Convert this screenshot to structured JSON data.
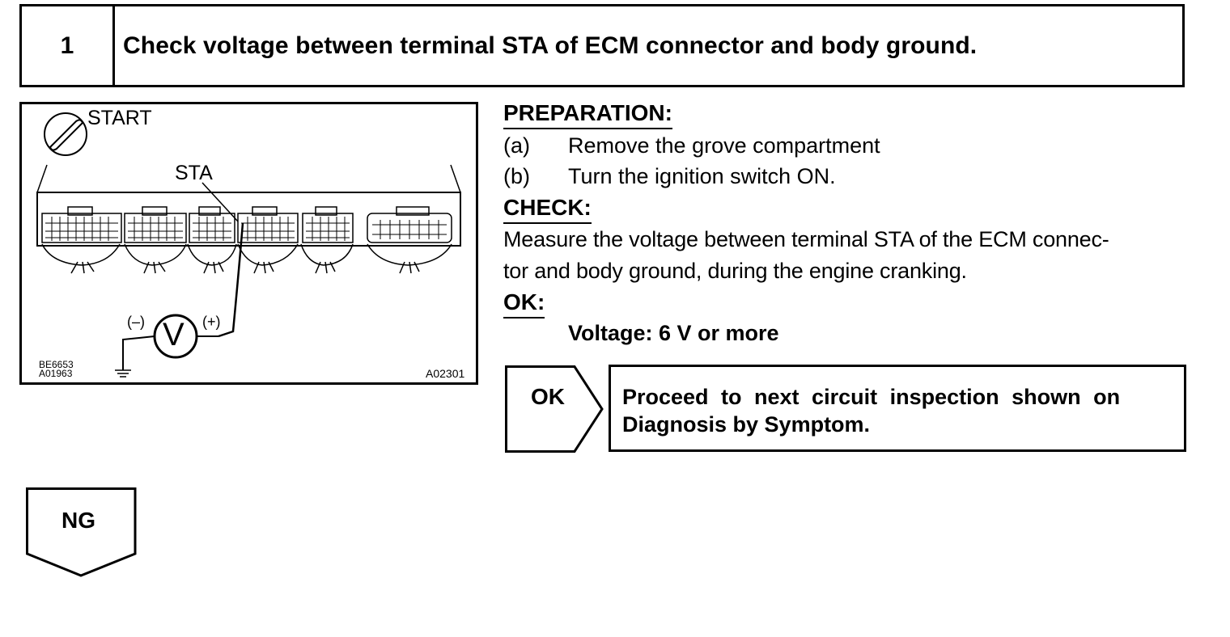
{
  "header": {
    "step_number": "1",
    "title": "Check voltage between terminal STA of ECM connector and body ground."
  },
  "figure": {
    "start_label": "START",
    "terminal_label": "STA",
    "meter_symbol": "V",
    "negative_label": "(–)",
    "positive_label": "(+)",
    "ref_code_1": "BE6653",
    "ref_code_2": "A01963",
    "figure_id": "A02301",
    "icons": [
      "ignition-key-icon",
      "ground-icon",
      "voltmeter-icon"
    ]
  },
  "preparation": {
    "heading": "PREPARATION:",
    "items": [
      {
        "marker": "(a)",
        "text": "Remove the grove compartment"
      },
      {
        "marker": "(b)",
        "text": "Turn the ignition switch ON."
      }
    ]
  },
  "check": {
    "heading": "CHECK:",
    "line1": "Measure the voltage between terminal STA of the ECM connec-",
    "line2": "tor and body ground, during the engine cranking."
  },
  "ok_spec": {
    "heading": "OK:",
    "value": "Voltage: 6 V or more"
  },
  "ok_branch": {
    "label": "OK",
    "result_line1": "Proceed to next circuit inspection shown on",
    "result_line2": "Diagnosis by Symptom."
  },
  "ng_branch": {
    "label": "NG"
  }
}
